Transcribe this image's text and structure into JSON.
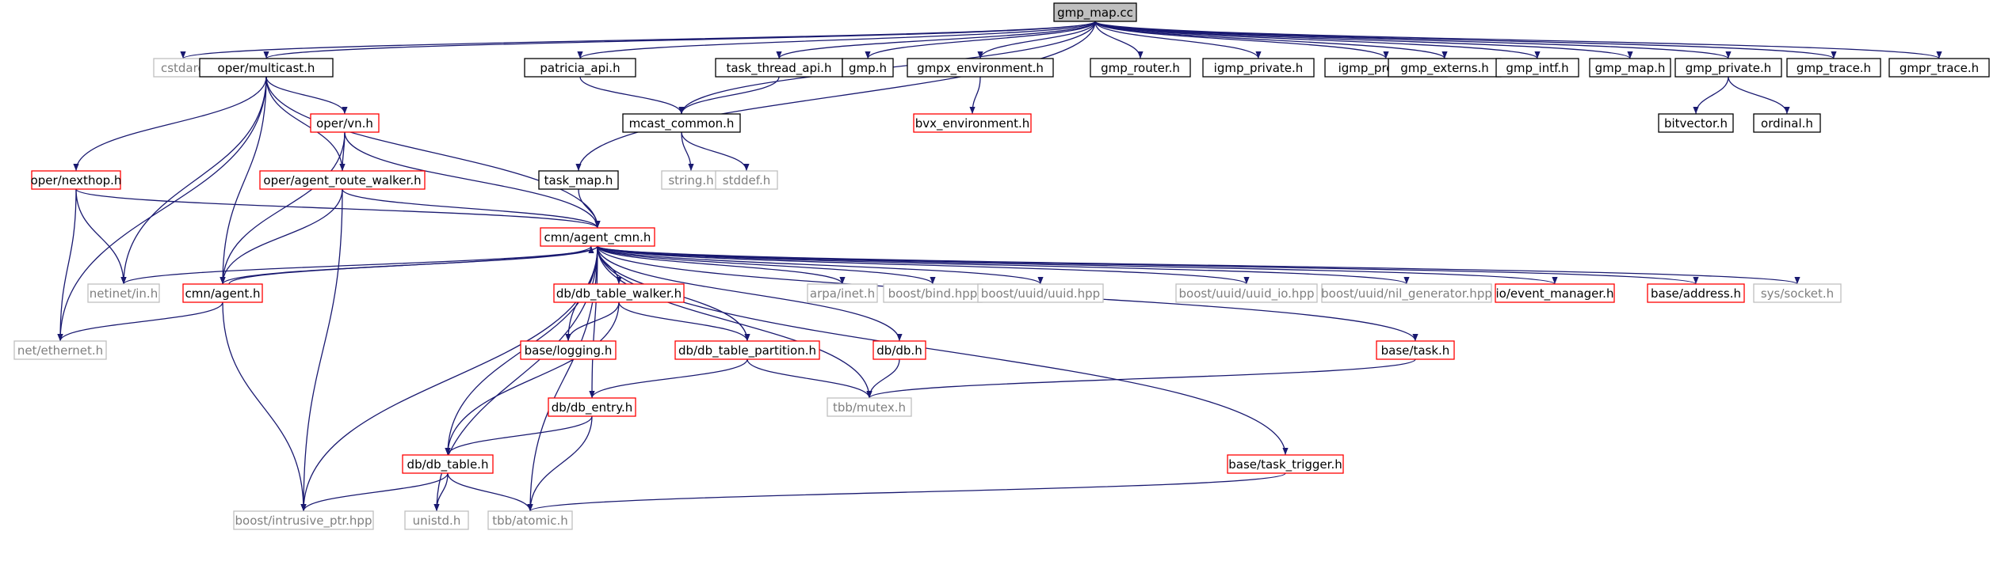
{
  "colors": {
    "edge": "#191970",
    "root_fill": "#bfbfbf",
    "border_normal": "#000000",
    "border_red": "#ff0000",
    "border_gray": "#bfbfbf",
    "text_normal": "#000000",
    "text_gray": "#7f7f7f"
  },
  "nodes": [
    {
      "id": "root",
      "label": "gmp_map.cc",
      "style": "root"
    },
    {
      "id": "cstdarg",
      "label": "cstdarg",
      "style": "gray"
    },
    {
      "id": "multicast",
      "label": "oper/multicast.h",
      "style": "normal"
    },
    {
      "id": "patricia",
      "label": "patricia_api.h",
      "style": "normal"
    },
    {
      "id": "task_thread",
      "label": "task_thread_api.h",
      "style": "normal"
    },
    {
      "id": "gmp_h",
      "label": "gmp.h",
      "style": "normal"
    },
    {
      "id": "gmpx_env",
      "label": "gmpx_environment.h",
      "style": "normal"
    },
    {
      "id": "gmp_router",
      "label": "gmp_router.h",
      "style": "normal"
    },
    {
      "id": "igmp_private",
      "label": "igmp_private.h",
      "style": "normal"
    },
    {
      "id": "igmp_protocol",
      "label": "igmp_protocol.h",
      "style": "normal"
    },
    {
      "id": "gmp_externs",
      "label": "gmp_externs.h",
      "style": "normal"
    },
    {
      "id": "gmp_intf",
      "label": "gmp_intf.h",
      "style": "normal"
    },
    {
      "id": "gmp_map_h",
      "label": "gmp_map.h",
      "style": "normal"
    },
    {
      "id": "gmp_private",
      "label": "gmp_private.h",
      "style": "normal"
    },
    {
      "id": "gmp_trace",
      "label": "gmp_trace.h",
      "style": "normal"
    },
    {
      "id": "gmpr_trace",
      "label": "gmpr_trace.h",
      "style": "normal"
    },
    {
      "id": "oper_vn",
      "label": "oper/vn.h",
      "style": "red"
    },
    {
      "id": "mcast_common",
      "label": "mcast_common.h",
      "style": "normal"
    },
    {
      "id": "bvx_env",
      "label": "bvx_environment.h",
      "style": "red"
    },
    {
      "id": "bitvector",
      "label": "bitvector.h",
      "style": "normal"
    },
    {
      "id": "ordinal",
      "label": "ordinal.h",
      "style": "normal"
    },
    {
      "id": "nexthop",
      "label": "oper/nexthop.h",
      "style": "red"
    },
    {
      "id": "route_walker",
      "label": "oper/agent_route_walker.h",
      "style": "red"
    },
    {
      "id": "task_map",
      "label": "task_map.h",
      "style": "normal"
    },
    {
      "id": "string_h",
      "label": "string.h",
      "style": "gray"
    },
    {
      "id": "stddef_h",
      "label": "stddef.h",
      "style": "gray"
    },
    {
      "id": "agent_cmn",
      "label": "cmn/agent_cmn.h",
      "style": "red"
    },
    {
      "id": "netinet_in",
      "label": "netinet/in.h",
      "style": "gray"
    },
    {
      "id": "cmn_agent",
      "label": "cmn/agent.h",
      "style": "red"
    },
    {
      "id": "db_table_walker",
      "label": "db/db_table_walker.h",
      "style": "red"
    },
    {
      "id": "arpa_inet",
      "label": "arpa/inet.h",
      "style": "gray"
    },
    {
      "id": "boost_bind",
      "label": "boost/bind.hpp",
      "style": "gray"
    },
    {
      "id": "boost_uuid",
      "label": "boost/uuid/uuid.hpp",
      "style": "gray"
    },
    {
      "id": "boost_uuid_io",
      "label": "boost/uuid/uuid_io.hpp",
      "style": "gray"
    },
    {
      "id": "boost_nil",
      "label": "boost/uuid/nil_generator.hpp",
      "style": "gray"
    },
    {
      "id": "event_manager",
      "label": "io/event_manager.h",
      "style": "red"
    },
    {
      "id": "base_address",
      "label": "base/address.h",
      "style": "red"
    },
    {
      "id": "sys_socket",
      "label": "sys/socket.h",
      "style": "gray"
    },
    {
      "id": "net_ethernet",
      "label": "net/ethernet.h",
      "style": "gray"
    },
    {
      "id": "base_logging",
      "label": "base/logging.h",
      "style": "red"
    },
    {
      "id": "db_table_partition",
      "label": "db/db_table_partition.h",
      "style": "red"
    },
    {
      "id": "db_db",
      "label": "db/db.h",
      "style": "red"
    },
    {
      "id": "base_task",
      "label": "base/task.h",
      "style": "red"
    },
    {
      "id": "db_entry",
      "label": "db/db_entry.h",
      "style": "red"
    },
    {
      "id": "tbb_mutex",
      "label": "tbb/mutex.h",
      "style": "gray"
    },
    {
      "id": "db_table",
      "label": "db/db_table.h",
      "style": "red"
    },
    {
      "id": "task_trigger",
      "label": "base/task_trigger.h",
      "style": "red"
    },
    {
      "id": "boost_intrusive",
      "label": "boost/intrusive_ptr.hpp",
      "style": "gray"
    },
    {
      "id": "unistd",
      "label": "unistd.h",
      "style": "gray"
    },
    {
      "id": "tbb_atomic",
      "label": "tbb/atomic.h",
      "style": "gray"
    }
  ],
  "edges": [
    [
      "root",
      "cstdarg"
    ],
    [
      "root",
      "multicast"
    ],
    [
      "root",
      "patricia"
    ],
    [
      "root",
      "task_thread"
    ],
    [
      "root",
      "gmp_h"
    ],
    [
      "root",
      "gmpx_env"
    ],
    [
      "root",
      "gmp_router"
    ],
    [
      "root",
      "igmp_private"
    ],
    [
      "root",
      "igmp_protocol"
    ],
    [
      "root",
      "gmp_externs"
    ],
    [
      "root",
      "gmp_intf"
    ],
    [
      "root",
      "gmp_map_h"
    ],
    [
      "root",
      "gmp_private"
    ],
    [
      "root",
      "gmp_trace"
    ],
    [
      "root",
      "gmpr_trace"
    ],
    [
      "root",
      "mcast_common"
    ],
    [
      "root",
      "task_map"
    ],
    [
      "multicast",
      "oper_vn"
    ],
    [
      "multicast",
      "route_walker"
    ],
    [
      "multicast",
      "nexthop"
    ],
    [
      "multicast",
      "agent_cmn"
    ],
    [
      "multicast",
      "netinet_in"
    ],
    [
      "multicast",
      "cmn_agent"
    ],
    [
      "multicast",
      "net_ethernet"
    ],
    [
      "patricia",
      "mcast_common"
    ],
    [
      "task_thread",
      "mcast_common"
    ],
    [
      "gmpx_env",
      "bvx_env"
    ],
    [
      "gmp_private",
      "bitvector"
    ],
    [
      "gmp_private",
      "ordinal"
    ],
    [
      "mcast_common",
      "string_h"
    ],
    [
      "mcast_common",
      "stddef_h"
    ],
    [
      "oper_vn",
      "route_walker"
    ],
    [
      "oper_vn",
      "agent_cmn"
    ],
    [
      "oper_vn",
      "cmn_agent"
    ],
    [
      "nexthop",
      "agent_cmn"
    ],
    [
      "nexthop",
      "netinet_in"
    ],
    [
      "nexthop",
      "net_ethernet"
    ],
    [
      "route_walker",
      "agent_cmn"
    ],
    [
      "route_walker",
      "cmn_agent"
    ],
    [
      "route_walker",
      "boost_intrusive"
    ],
    [
      "task_map",
      "agent_cmn"
    ],
    [
      "agent_cmn",
      "netinet_in"
    ],
    [
      "agent_cmn",
      "cmn_agent"
    ],
    [
      "agent_cmn",
      "db_table_walker"
    ],
    [
      "agent_cmn",
      "arpa_inet"
    ],
    [
      "agent_cmn",
      "boost_bind"
    ],
    [
      "agent_cmn",
      "boost_uuid"
    ],
    [
      "agent_cmn",
      "boost_uuid_io"
    ],
    [
      "agent_cmn",
      "boost_nil"
    ],
    [
      "agent_cmn",
      "event_manager"
    ],
    [
      "agent_cmn",
      "base_address"
    ],
    [
      "agent_cmn",
      "sys_socket"
    ],
    [
      "agent_cmn",
      "base_logging"
    ],
    [
      "agent_cmn",
      "db_table_partition"
    ],
    [
      "agent_cmn",
      "db_db"
    ],
    [
      "agent_cmn",
      "base_task"
    ],
    [
      "agent_cmn",
      "db_entry"
    ],
    [
      "agent_cmn",
      "tbb_mutex"
    ],
    [
      "agent_cmn",
      "db_table"
    ],
    [
      "agent_cmn",
      "task_trigger"
    ],
    [
      "agent_cmn",
      "boost_intrusive"
    ],
    [
      "agent_cmn",
      "unistd"
    ],
    [
      "agent_cmn",
      "tbb_atomic"
    ],
    [
      "cmn_agent",
      "agent_cmn"
    ],
    [
      "cmn_agent",
      "net_ethernet"
    ],
    [
      "cmn_agent",
      "boost_intrusive"
    ],
    [
      "db_table_walker",
      "base_logging"
    ],
    [
      "db_table_walker",
      "db_table_partition"
    ],
    [
      "db_table_walker",
      "db_table"
    ],
    [
      "db_table_partition",
      "db_entry"
    ],
    [
      "db_table_partition",
      "tbb_mutex"
    ],
    [
      "db_db",
      "tbb_mutex"
    ],
    [
      "base_task",
      "tbb_mutex"
    ],
    [
      "db_entry",
      "db_table"
    ],
    [
      "db_entry",
      "tbb_atomic"
    ],
    [
      "db_table",
      "boost_intrusive"
    ],
    [
      "db_table",
      "unistd"
    ],
    [
      "db_table",
      "tbb_atomic"
    ],
    [
      "task_trigger",
      "tbb_atomic"
    ]
  ]
}
